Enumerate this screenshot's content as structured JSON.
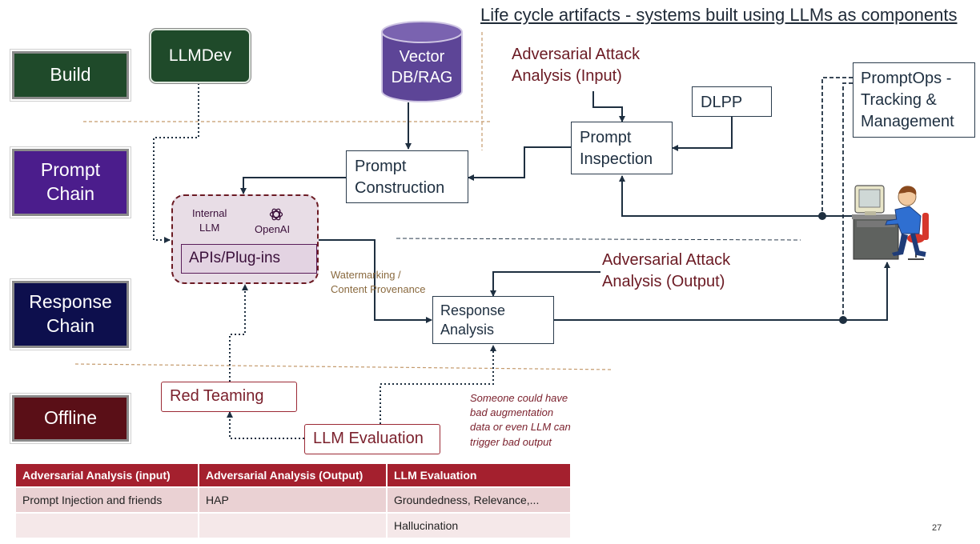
{
  "title": "Life cycle artifacts - systems built using LLMs as components",
  "stages": {
    "build": "Build",
    "prompt": [
      "Prompt",
      "Chain"
    ],
    "response": [
      "Response",
      "Chain"
    ],
    "offline": "Offline"
  },
  "nodes": {
    "llmdev": "LLMDev",
    "vector_db": [
      "Vector",
      "DB/RAG"
    ],
    "adv_input": [
      "Adversarial Attack",
      "Analysis (Input)"
    ],
    "dlpp": "DLPP",
    "promptops": [
      "PromptOps -",
      "Tracking &",
      "Management"
    ],
    "prompt_inspection": [
      "Prompt",
      "Inspection"
    ],
    "prompt_construction": [
      "Prompt",
      "Construction"
    ],
    "internal_llm": [
      "Internal",
      "LLM"
    ],
    "openai": "OpenAI",
    "apis": "APIs/Plug-ins",
    "watermark": [
      "Watermarking /",
      "Content Provenance"
    ],
    "adv_output": [
      "Adversarial Attack",
      "Analysis (Output)"
    ],
    "response_analysis": [
      "Response",
      "Analysis"
    ],
    "red_teaming": "Red Teaming",
    "llm_eval": "LLM Evaluation",
    "note": [
      "Someone could have",
      "bad augmentation",
      "data  or even LLM can",
      "trigger bad output"
    ]
  },
  "table": {
    "headers": [
      "Adversarial Analysis (input)",
      "Adversarial Analysis (Output)",
      "LLM Evaluation"
    ],
    "rows": [
      [
        "Prompt Injection and friends",
        "HAP",
        "Groundedness, Relevance,..."
      ],
      [
        "",
        "",
        "Hallucination"
      ]
    ]
  },
  "page_number": "27",
  "colors": {
    "build": "#1f4a2a",
    "prompt_chain": "#4b1d8c",
    "response_chain": "#0d0f4d",
    "offline": "#5a0f17",
    "table_header": "#a4202e",
    "llm_cloud": "#e8dde6",
    "separator": "#c49a6c"
  }
}
